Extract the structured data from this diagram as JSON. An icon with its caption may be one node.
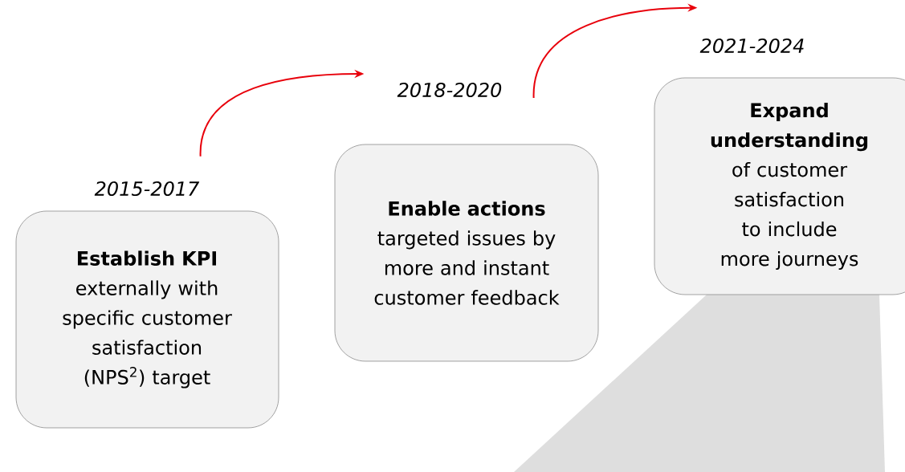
{
  "diagram": {
    "nodes": [
      {
        "text": [
          "2015-2017"
        ]
      },
      {
        "text": [
          "Establish KPI",
          "externally with specific customer satisfaction (NPS$^{2}$) target"
        ]
      },
      {
        "text": [
          "2018-2020"
        ]
      },
      {
        "text": [
          "Enable actions",
          "targeted issues by more and instant customer feedback"
        ]
      },
      {
        "text": [
          "2021-2024"
        ]
      },
      {
        "text": [
          "Expand understanding",
          "of customer satisfaction to include more journeys"
        ]
      }
    ],
    "edges": [
      {
        "from": 0,
        "to": 2,
        "arrow": "to",
        "color": "#e8000b"
      },
      {
        "from": 2,
        "to": 4,
        "arrow": "to",
        "color": "#e8000b"
      }
    ]
  }
}
